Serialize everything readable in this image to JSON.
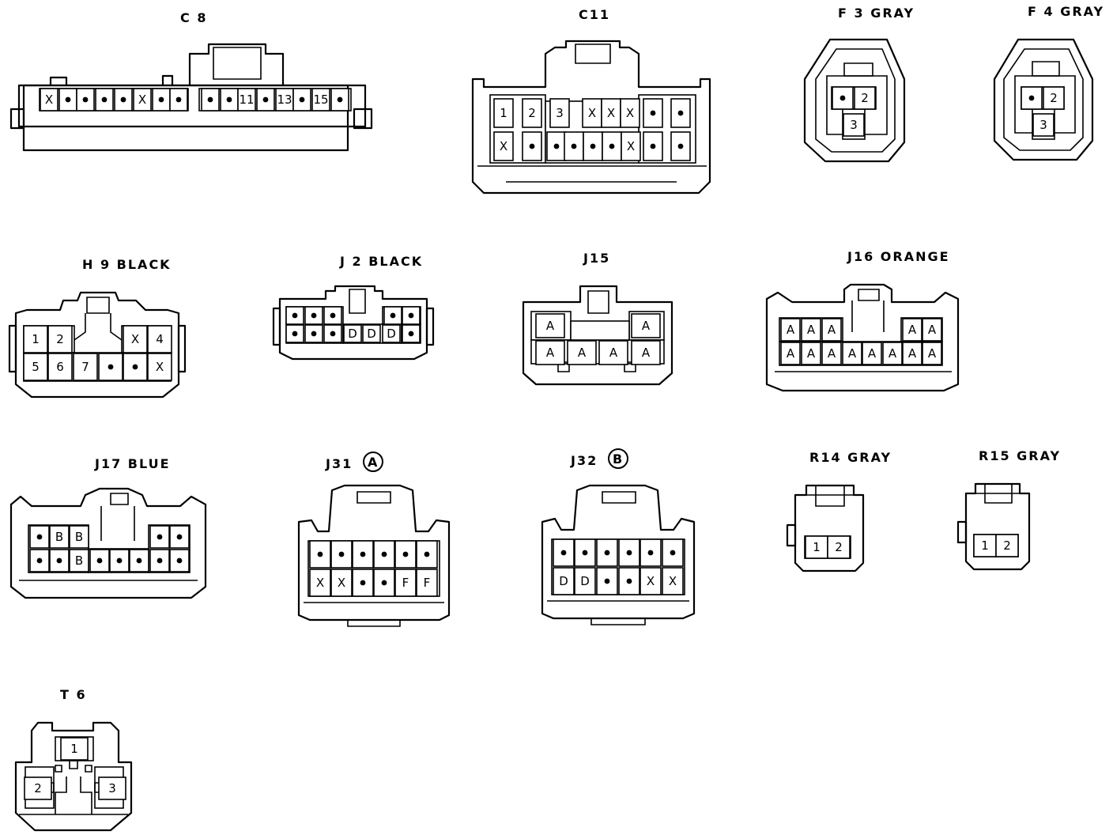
{
  "connectors": [
    {
      "id": "c8",
      "label": "C 8",
      "rows": [
        [
          "X",
          "•",
          "•",
          "•",
          "•",
          "X",
          "•",
          "•",
          "",
          "•",
          "•",
          "11",
          "•",
          "13",
          "•",
          "15",
          "•"
        ]
      ]
    },
    {
      "id": "c11",
      "label": "C11",
      "rows": [
        [
          "1",
          "2",
          "3",
          "",
          "X",
          "X",
          "X",
          "",
          "•",
          "•"
        ],
        [
          "X",
          "•",
          "•",
          "•",
          "•",
          "•",
          "X",
          "",
          "•",
          "•"
        ]
      ]
    },
    {
      "id": "f3",
      "label": "F 3 GRAY",
      "rows": [
        [
          "•",
          "2"
        ],
        [
          "",
          "3"
        ]
      ]
    },
    {
      "id": "f4",
      "label": "F 4 GRAY",
      "rows": [
        [
          "•",
          "2"
        ],
        [
          "",
          "3"
        ]
      ]
    },
    {
      "id": "h9",
      "label": "H 9 BLACK",
      "rows": [
        [
          "1",
          "2",
          "",
          "",
          "",
          "X",
          "4"
        ],
        [
          "5",
          "6",
          "7",
          "•",
          "•",
          "X"
        ]
      ]
    },
    {
      "id": "j2",
      "label": "J 2 BLACK",
      "rows": [
        [
          "•",
          "•",
          "•",
          "",
          "",
          "",
          "•",
          "•"
        ],
        [
          "•",
          "•",
          "•",
          "D",
          "D",
          "D",
          "•"
        ]
      ]
    },
    {
      "id": "j15",
      "label": "J15",
      "rows": [
        [
          "A",
          "",
          "",
          "",
          "A"
        ],
        [
          "A",
          "A",
          "A",
          "A"
        ]
      ]
    },
    {
      "id": "j16",
      "label": "J16 ORANGE",
      "rows": [
        [
          "A",
          "A",
          "A",
          "",
          "",
          "",
          "A",
          "A"
        ],
        [
          "A",
          "A",
          "A",
          "A",
          "A",
          "A",
          "A",
          "A"
        ]
      ]
    },
    {
      "id": "j17",
      "label": "J17 BLUE",
      "rows": [
        [
          "•",
          "B",
          "B",
          "",
          "",
          "",
          "•",
          "•"
        ],
        [
          "•",
          "•",
          "B",
          "•",
          "•",
          "•",
          "•",
          "•"
        ]
      ]
    },
    {
      "id": "j31",
      "label": "J31",
      "badge": "A",
      "rows": [
        [
          "•",
          "•",
          "•",
          "•",
          "•",
          "•"
        ],
        [
          "X",
          "X",
          "•",
          "•",
          "F",
          "F"
        ]
      ]
    },
    {
      "id": "j32",
      "label": "J32",
      "badge": "B",
      "rows": [
        [
          "•",
          "•",
          "•",
          "•",
          "•",
          "•"
        ],
        [
          "D",
          "D",
          "•",
          "•",
          "X",
          "X"
        ]
      ]
    },
    {
      "id": "r14",
      "label": "R14 GRAY",
      "rows": [
        [
          "1",
          "2"
        ]
      ]
    },
    {
      "id": "r15",
      "label": "R15 GRAY",
      "rows": [
        [
          "1",
          "2"
        ]
      ]
    },
    {
      "id": "t6",
      "label": "T 6",
      "rows": [
        [
          "1"
        ],
        [
          "2",
          "3"
        ]
      ]
    }
  ]
}
